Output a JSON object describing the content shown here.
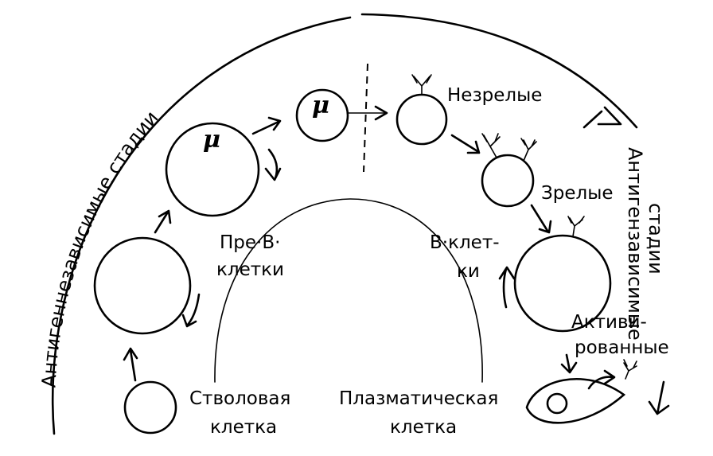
{
  "arc_labels": {
    "independent": "Антигеннезависимые стадии",
    "dependent_line1": "Антигензависимые",
    "dependent_line2": "стадии"
  },
  "markers": {
    "mu_large": "μ",
    "mu_small": "μ"
  },
  "labels": {
    "immature": "Незрелые",
    "mature": "Зрелые",
    "pre_b_line1": "Пре·В·",
    "pre_b_line2": "клетки",
    "b_cells_line1": "В·клет-",
    "b_cells_line2": "ки",
    "activated_line1": "Активи-",
    "activated_line2": "рованные",
    "stem_line1": "Стволовая",
    "stem_line2": "клетка",
    "plasma_line1": "Плазматическая",
    "plasma_line2": "клетка"
  }
}
